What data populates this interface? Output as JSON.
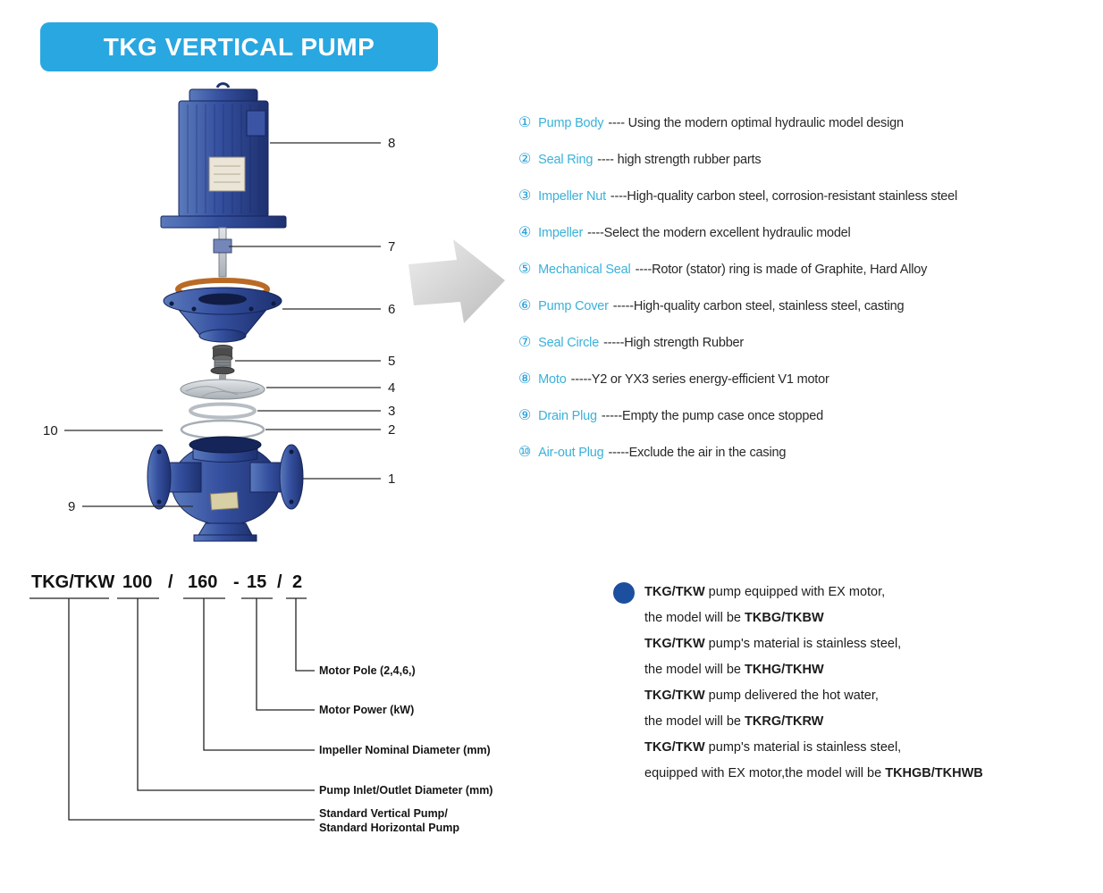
{
  "header": {
    "title": "TKG VERTICAL PUMP"
  },
  "colors": {
    "accent_blue": "#29a7e0",
    "part_name_cyan": "#3ab1da",
    "circled_number_blue": "#1e9cd7",
    "pump_blue": "#35509f",
    "gasket_orange": "#b96a25",
    "bullet_navy": "#1d4f9f"
  },
  "diagram": {
    "callouts": [
      "1",
      "2",
      "3",
      "4",
      "5",
      "6",
      "7",
      "8",
      "9",
      "10"
    ]
  },
  "parts": [
    {
      "num": "①",
      "name": "Pump Body",
      "desc": "---- Using the modern optimal hydraulic model design"
    },
    {
      "num": "②",
      "name": "Seal Ring",
      "desc": "---- high strength rubber parts"
    },
    {
      "num": "③",
      "name": "Impeller Nut",
      "desc": "----High-quality carbon steel, corrosion-resistant stainless steel"
    },
    {
      "num": "④",
      "name": "Impeller",
      "desc": "----Select the modern excellent hydraulic model"
    },
    {
      "num": "⑤",
      "name": "Mechanical Seal",
      "desc": "----Rotor (stator) ring is made of Graphite, Hard Alloy"
    },
    {
      "num": "⑥",
      "name": "Pump Cover",
      "desc": "-----High-quality carbon steel, stainless steel, casting"
    },
    {
      "num": "⑦",
      "name": "Seal Circle",
      "desc": "-----High strength Rubber"
    },
    {
      "num": "⑧",
      "name": "Moto",
      "desc": "-----Y2 or YX3 series energy-efficient V1 motor"
    },
    {
      "num": "⑨",
      "name": "Drain Plug",
      "desc": "-----Empty the pump case once stopped"
    },
    {
      "num": "⑩",
      "name": "Air-out Plug",
      "desc": "-----Exclude the air in the casing"
    }
  ],
  "model": {
    "segments": [
      "TKG/TKW",
      "100",
      "/",
      "160",
      "-",
      "15",
      "/",
      "2"
    ],
    "labels": [
      "Motor Pole (2,4,6,)",
      "Motor Power (kW)",
      "Impeller Nominal Diameter (mm)",
      "Pump Inlet/Outlet Diameter (mm)",
      "Standard Vertical Pump/",
      "Standard Horizontal Pump"
    ]
  },
  "notes": [
    {
      "l1_bold": "TKG/TKW",
      "l1_rest": " pump equipped with EX motor,",
      "l2_prefix": "the model will be ",
      "l2_bold": "TKBG/TKBW"
    },
    {
      "l1_bold": "TKG/TKW",
      "l1_rest": " pump's material is stainless steel,",
      "l2_prefix": "the model will be ",
      "l2_bold": "TKHG/TKHW"
    },
    {
      "l1_bold": "TKG/TKW",
      "l1_rest": " pump delivered the hot water,",
      "l2_prefix": "the model will be ",
      "l2_bold": "TKRG/TKRW"
    },
    {
      "l1_bold": "TKG/TKW",
      "l1_rest": " pump's material is stainless steel,",
      "l2_prefix": "equipped with EX motor,the model will be ",
      "l2_bold": "TKHGB/TKHWB"
    }
  ]
}
